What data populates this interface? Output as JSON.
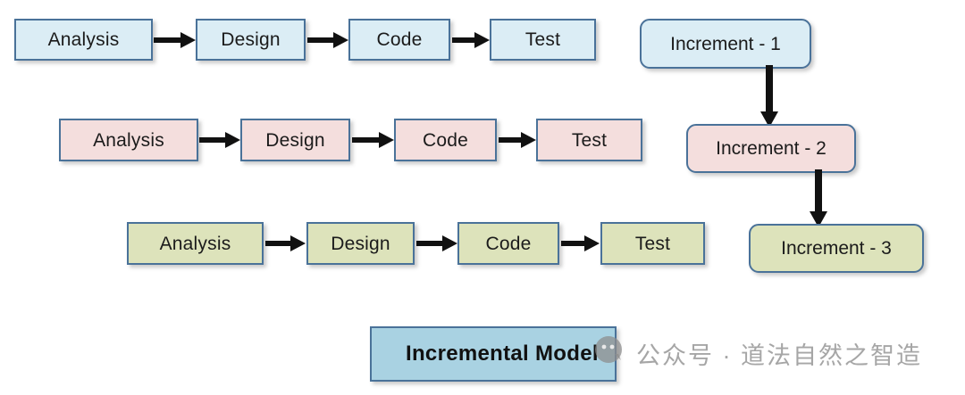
{
  "diagram": {
    "title": "Incremental Model",
    "phases": [
      "Analysis",
      "Design",
      "Code",
      "Test"
    ],
    "rows": [
      {
        "id": "increment-1",
        "color_name": "blue",
        "fill": "#dbedf5",
        "border": "#4a7299",
        "steps": [
          "Analysis",
          "Design",
          "Code",
          "Test"
        ]
      },
      {
        "id": "increment-2",
        "color_name": "pink",
        "fill": "#f4dedd",
        "border": "#4a7299",
        "steps": [
          "Analysis",
          "Design",
          "Code",
          "Test"
        ]
      },
      {
        "id": "increment-3",
        "color_name": "olive",
        "fill": "#dde3bb",
        "border": "#4a7299",
        "steps": [
          "Analysis",
          "Design",
          "Code",
          "Test"
        ]
      }
    ],
    "increments": [
      {
        "label": "Increment - 1",
        "fill": "#dbedf5"
      },
      {
        "label": "Increment - 2",
        "fill": "#f4dedd"
      },
      {
        "label": "Increment - 3",
        "fill": "#dde3bb"
      }
    ],
    "title_fill": "#a9d2e2",
    "arrow_color": "#111111"
  },
  "watermark": {
    "text": "公众号 · 道法自然之智造",
    "color": "#a6a6a6",
    "icon": "speech-bubble-icon"
  }
}
